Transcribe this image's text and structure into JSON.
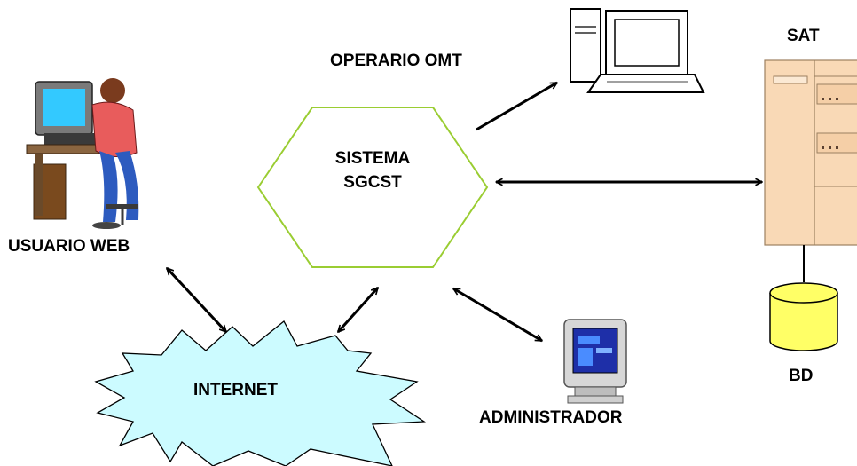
{
  "labels": {
    "usuario_web": "USUARIO WEB",
    "operario": "OPERARIO OMT",
    "sistema_line1": "SISTEMA",
    "sistema_line2": "SGCST",
    "sat": "SAT",
    "bd": "BD",
    "internet": "INTERNET",
    "administrador": "ADMINISTRADOR"
  },
  "colors": {
    "hexagon_stroke": "#9acd32",
    "internet_fill": "#ccfbff",
    "server_fill": "#f9d9b6",
    "server_stroke": "#9c8060",
    "database_fill": "#ffff66",
    "line": "#000000"
  },
  "icons": {
    "user": "user-at-computer-icon",
    "operator": "laptop-computer-icon",
    "admin": "monitor-icon",
    "server": "server-tower-icon",
    "database": "database-cylinder-icon"
  }
}
